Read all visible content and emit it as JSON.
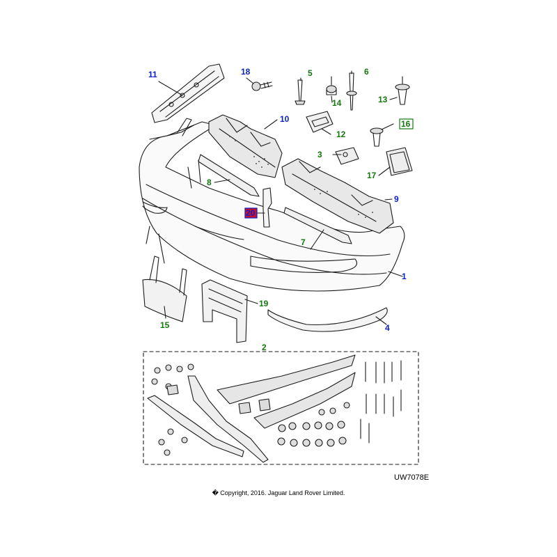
{
  "colors": {
    "blue": "#0a1fc7",
    "green": "#14780f",
    "highlight": "#c8102e",
    "line": "#1a1a1a"
  },
  "callouts": [
    {
      "id": "1",
      "label": "1",
      "color": "blue"
    },
    {
      "id": "2",
      "label": "2",
      "color": "green"
    },
    {
      "id": "3",
      "label": "3",
      "color": "green"
    },
    {
      "id": "4",
      "label": "4",
      "color": "blue"
    },
    {
      "id": "5",
      "label": "5",
      "color": "green"
    },
    {
      "id": "6",
      "label": "6",
      "color": "green"
    },
    {
      "id": "7",
      "label": "7",
      "color": "green"
    },
    {
      "id": "8",
      "label": "8",
      "color": "green"
    },
    {
      "id": "9",
      "label": "9",
      "color": "blue"
    },
    {
      "id": "10",
      "label": "10",
      "color": "blue"
    },
    {
      "id": "11",
      "label": "11",
      "color": "blue"
    },
    {
      "id": "12",
      "label": "12",
      "color": "green"
    },
    {
      "id": "13",
      "label": "13",
      "color": "green"
    },
    {
      "id": "14",
      "label": "14",
      "color": "green"
    },
    {
      "id": "15",
      "label": "15",
      "color": "green"
    },
    {
      "id": "16",
      "label": "16",
      "color": "green",
      "boxed": true
    },
    {
      "id": "17",
      "label": "17",
      "color": "green"
    },
    {
      "id": "18",
      "label": "18",
      "color": "blue"
    },
    {
      "id": "19",
      "label": "19",
      "color": "green"
    },
    {
      "id": "20",
      "label": "20",
      "color": "highlight",
      "highlighted": true
    }
  ],
  "drawing_code": "UW7078E",
  "copyright": "� Copyright, 2016. Jaguar Land Rover Limited."
}
